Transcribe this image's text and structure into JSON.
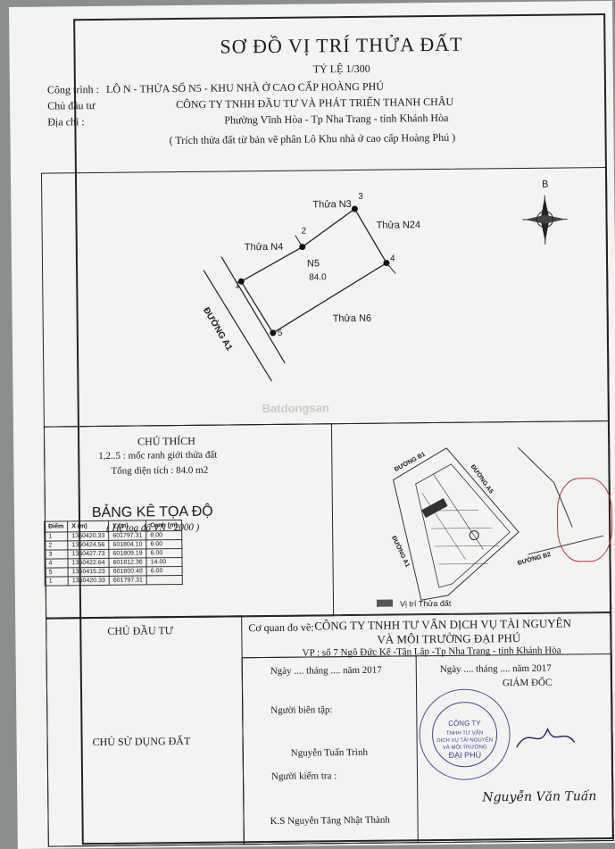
{
  "header": {
    "title": "SƠ ĐỒ VỊ TRÍ THỬA ĐẤT",
    "scale": "TỶ LỆ 1/300",
    "project_label": "Công trình :",
    "project_value": "LÔ N - THỬA SỐ N5 - KHU NHÀ Ở CAO CẤP HOÀNG PHÚ",
    "investor_label": "Chủ đầu tư",
    "investor_value": "CÔNG TY TNHH ĐẦU TƯ VÀ PHÁT TRIỂN THANH CHÂU",
    "address_label": "Địa chỉ :",
    "address_value": "Phường Vĩnh Hòa - Tp Nha Trang - tỉnh Khánh Hòa",
    "extract_note": "( Trích thửa đất từ bản vẽ phân Lô Khu nhà ở cao cấp Hoàng Phú )"
  },
  "map": {
    "north": "B",
    "parcel_id": "N5",
    "parcel_area": "84.0",
    "neighbors": {
      "n3": "Thửa N3",
      "n4": "Thửa N4",
      "n24": "Thửa N24",
      "n6": "Thửa N6"
    },
    "road": "ĐƯỜNG A1",
    "points": [
      "1",
      "2",
      "3",
      "4",
      "5"
    ]
  },
  "legend": {
    "title": "CHÚ THÍCH",
    "markers": "1,2..5 : mốc ranh giới thửa đất",
    "total_area": "Tổng diện tích : 84.0 m2"
  },
  "coords": {
    "title": "BẢNG KÊ TỌA ĐỘ",
    "system": "( Hệ toạ độ VN - 2000 )",
    "headers": [
      "Điểm",
      "X (m)",
      "Y (m)",
      "Cạnh (m)"
    ],
    "rows": [
      [
        "1",
        "1360420.33",
        "601797.31",
        "8.00"
      ],
      [
        "2",
        "1360424.56",
        "601804.10",
        "6.00"
      ],
      [
        "3",
        "1360427.73",
        "601809.19",
        "6.00"
      ],
      [
        "4",
        "1360422.64",
        "601812.36",
        "14.00"
      ],
      [
        "5",
        "1360415.23",
        "601800.48",
        "6.00"
      ],
      [
        "1",
        "1360420.33",
        "601797.31",
        ""
      ]
    ]
  },
  "inset": {
    "road_b1": "ĐƯỜNG B1",
    "road_a5": "ĐƯỜNG A5",
    "road_a1": "ĐƯỜNG A1",
    "road_b2": "ĐƯỜNG B2",
    "hatch_label": "Vị trí Thửa đất"
  },
  "signatures": {
    "investor_heading": "CHỦ ĐẦU TƯ",
    "owner_heading": "CHỦ SỬ DỤNG ĐẤT",
    "agency_label": "Cơ quan đo vẽ:",
    "agency_line1": "CÔNG TY TNHH TƯ VẤN DỊCH VỤ TÀI NGUYÊN",
    "agency_line2": "VÀ MÔI TRƯỜNG ĐẠI PHÚ",
    "agency_address": "VP : số 7 Ngô Đức Kế -Tân Lập -Tp Nha Trang - tỉnh Khánh Hòa",
    "date_left": "Ngày .... tháng .... năm 2017",
    "date_right": "Ngày .... tháng .... năm 2017",
    "director": "GIÁM ĐỐC",
    "editor_label": "Người biên tập:",
    "editor_name": "Nguyễn Tuấn Trình",
    "checker_label": "Người kiểm tra :",
    "checker_name": "K.S Nguyễn Tăng Nhật Thành",
    "signature_name": "Nguyễn Văn Tuấn",
    "stamp_text": "CÔNG TY TNHH TƯ VẤN DỊCH VỤ TÀI NGUYÊN VÀ MÔI TRƯỜNG ĐẠI PHÚ"
  },
  "watermark": "Batdongsan",
  "colors": {
    "ink": "#1a1a1a",
    "stamp_blue": "#3e4296",
    "stamp_red": "#c0303a"
  }
}
